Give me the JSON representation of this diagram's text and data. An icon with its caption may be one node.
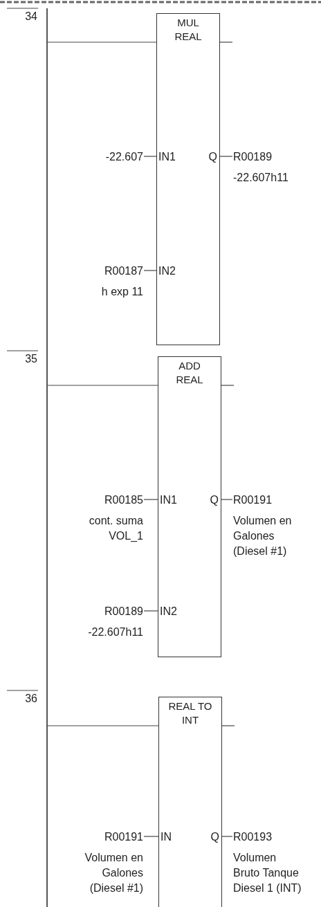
{
  "diagram": {
    "nodes": [
      {
        "text": [],
        "shape": "bar"
      },
      {
        "text": [
          "MUL REAL",
          "IN1",
          "IN2",
          "Q"
        ]
      },
      {
        "text": [
          "-22.607"
        ]
      },
      {
        "text": [
          "R00189"
        ],
        "beside": [
          "-22.607h11"
        ]
      },
      {
        "text": [
          "R00187"
        ],
        "beside": [
          "h exp 11"
        ]
      },
      {
        "text": [
          "ADD REAL",
          "IN1",
          "IN2",
          "Q"
        ]
      },
      {
        "text": [
          "R00185"
        ],
        "beside": [
          "cont. suma VOL_1"
        ]
      },
      {
        "text": [
          "R00191"
        ],
        "beside": [
          "Volumen en Galones (Diesel #1)"
        ]
      },
      {
        "text": [
          "R00189"
        ],
        "beside": [
          "-22.607h11"
        ]
      },
      {
        "text": [
          "REAL TO INT",
          "IN",
          "Q"
        ]
      },
      {
        "text": [
          "R00191"
        ],
        "beside": [
          "Volumen en Galones (Diesel #1)"
        ]
      },
      {
        "text": [
          "R00193"
        ],
        "beside": [
          "Volumen Bruto Tanque Diesel 1 (INT)"
        ]
      }
    ],
    "edges": [
      {
        "from": 0,
        "to": 1,
        "arrow": "none"
      },
      {
        "from": 2,
        "to": 1,
        "arrow": "none"
      },
      {
        "from": 1,
        "to": 3,
        "arrow": "none"
      },
      {
        "from": 4,
        "to": 1,
        "arrow": "none"
      },
      {
        "from": 1,
        "to": null,
        "arrow": "none"
      },
      {
        "from": 0,
        "to": 5,
        "arrow": "none"
      },
      {
        "from": 6,
        "to": 5,
        "arrow": "none"
      },
      {
        "from": 5,
        "to": 7,
        "arrow": "none"
      },
      {
        "from": 8,
        "to": 5,
        "arrow": "none"
      },
      {
        "from": 5,
        "to": null,
        "arrow": "none"
      },
      {
        "from": 0,
        "to": 9,
        "arrow": "none"
      },
      {
        "from": 10,
        "to": 9,
        "arrow": "none"
      },
      {
        "from": 9,
        "to": 11,
        "arrow": "none"
      },
      {
        "from": 9,
        "to": null,
        "arrow": "none"
      }
    ],
    "labels": [
      "34",
      "35",
      "36"
    ]
  }
}
